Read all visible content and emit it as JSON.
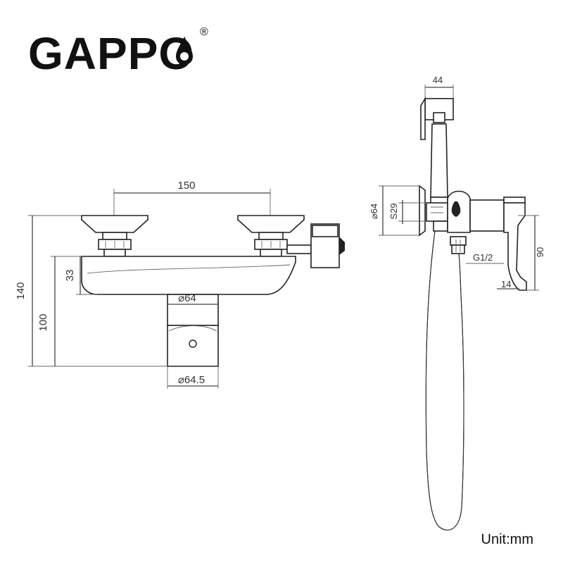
{
  "brand": {
    "name": "GAPPO",
    "registered_mark": "®"
  },
  "front_view": {
    "width_between_handles": "150",
    "overall_height": "140",
    "outlet_height": "100",
    "body_height": "33",
    "outlet_diameter": "⌀64",
    "base_diameter": "⌀64.5"
  },
  "side_view": {
    "holder_width": "44",
    "flange_diameter": "⌀64",
    "nut_size": "S29",
    "thread": "G1/2",
    "spout_height": "90",
    "spout_projection": "14"
  },
  "unit_label": "Unit:mm"
}
